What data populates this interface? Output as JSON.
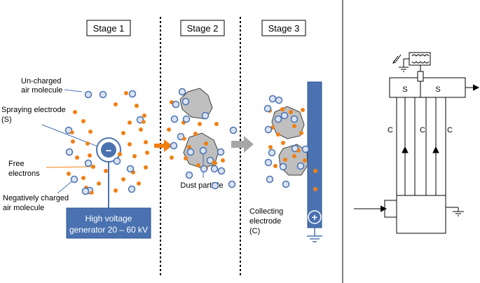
{
  "stages": {
    "stage1": "Stage 1",
    "stage2": "Stage 2",
    "stage3": "Stage 3"
  },
  "labels": {
    "uncharged_line1": "Un-charged",
    "uncharged_line2": "air molecule",
    "spraying_line1": "Spraying electrode",
    "spraying_line2": "(S)",
    "free_line1": "Free",
    "free_line2": "electrons",
    "negative_line1": "Negatively charged",
    "negative_line2": "air molecule",
    "generator_line1": "High voltage",
    "generator_line2": "generator 20 – 60 kV",
    "dust": "Dust particle",
    "collecting_line1": "Collecting",
    "collecting_line2": "electrode",
    "collecting_line3": "(C)",
    "minus_sign": "−",
    "plus_sign": "+"
  },
  "schematic": {
    "spray_left": "S",
    "spray_right": "S",
    "collector_1": "C",
    "collector_2": "C",
    "collector_3": "C"
  },
  "colors": {
    "blue": "#4a72b0",
    "blue_dark": "#2f5597",
    "orange": "#f07f14",
    "molecule_fill": "#dae3f3",
    "dust_fill": "#bfbfbf"
  }
}
